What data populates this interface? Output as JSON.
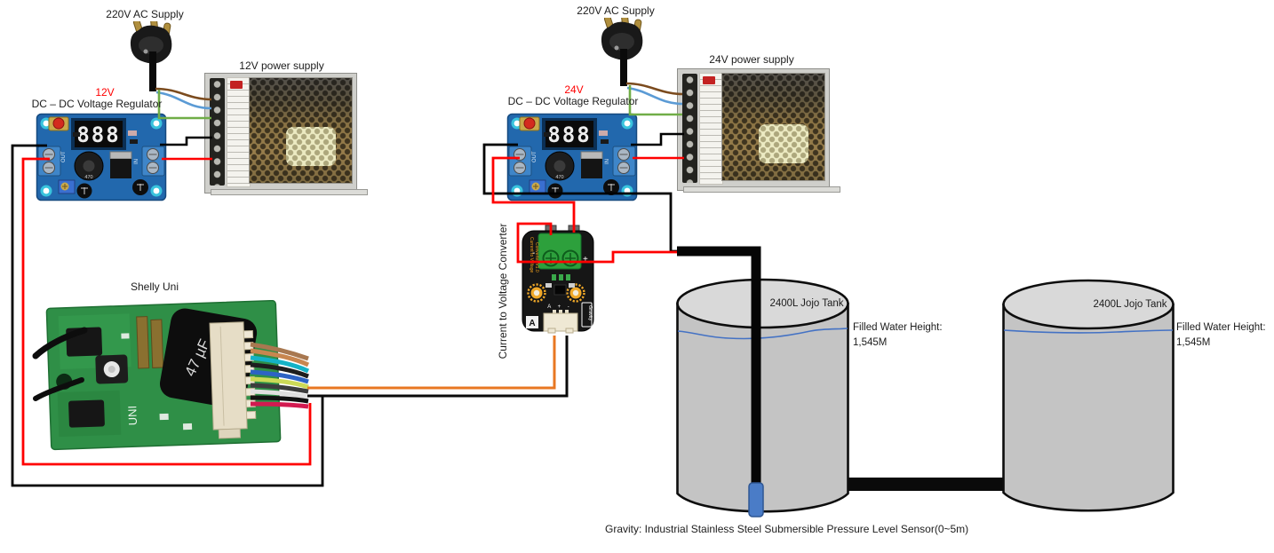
{
  "colors": {
    "wire_red": "#ff0000",
    "wire_black": "#000000",
    "wire_orange": "#e87722",
    "wire_brown": "#7b4b1e",
    "wire_blue": "#5b9bd5",
    "wire_green": "#70ad47",
    "water_blue": "#4472c4",
    "voltage_label_red": "#ff0000"
  },
  "left_supply": {
    "ac_label": "220V AC Supply",
    "psu_label": "12V power supply",
    "reg_voltage": "12V",
    "reg_title": "DC – DC Voltage Regulator"
  },
  "right_supply": {
    "ac_label": "220V AC Supply",
    "psu_label": "24V power supply",
    "reg_voltage": "24V",
    "reg_title": "DC – DC Voltage Regulator"
  },
  "regulator": {
    "display": "888",
    "inductor": "470",
    "out_label": "OUT",
    "in_label": "IN"
  },
  "shelly": {
    "title": "Shelly Uni",
    "cap_text": "47 µF",
    "board_text": "UNI"
  },
  "converter": {
    "title": "Current to Voltage Converter",
    "board_line1": "Current to Voltage",
    "board_line2": "Converter V1.0",
    "brand": "Gravity",
    "corner_label": "A",
    "pin_labels": "A + -",
    "minus": "-",
    "plus": "+"
  },
  "tank1": {
    "label": "2400L Jojo Tank",
    "fill_label": "Filled Water Height:",
    "fill_value": "1,545M"
  },
  "tank2": {
    "label": "2400L Jojo Tank",
    "fill_label": "Filled Water Height:",
    "fill_value": "1,545M"
  },
  "sensor_caption": "Gravity: Industrial Stainless Steel Submersible Pressure Level Sensor(0~5m)"
}
